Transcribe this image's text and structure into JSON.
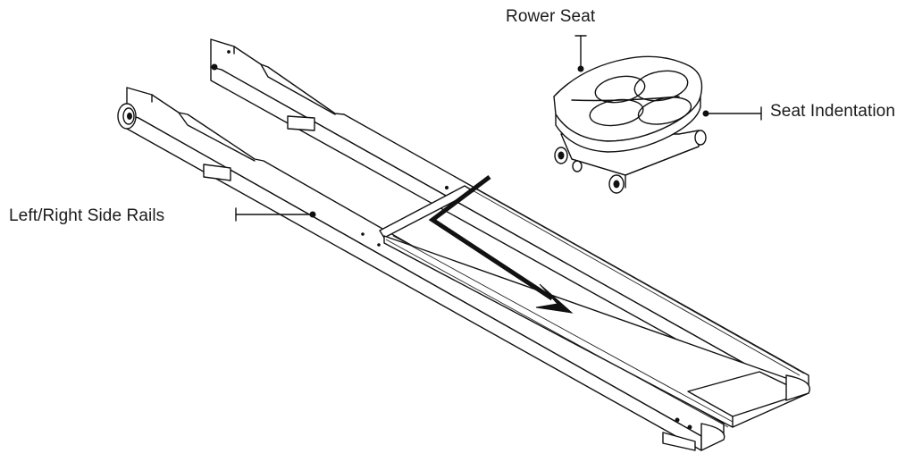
{
  "labels": {
    "rower_seat": "Rower Seat",
    "seat_indentation": "Seat Indentation",
    "side_rails": "Left/Right Side Rails"
  },
  "colors": {
    "line": "#111111",
    "background": "#ffffff"
  }
}
